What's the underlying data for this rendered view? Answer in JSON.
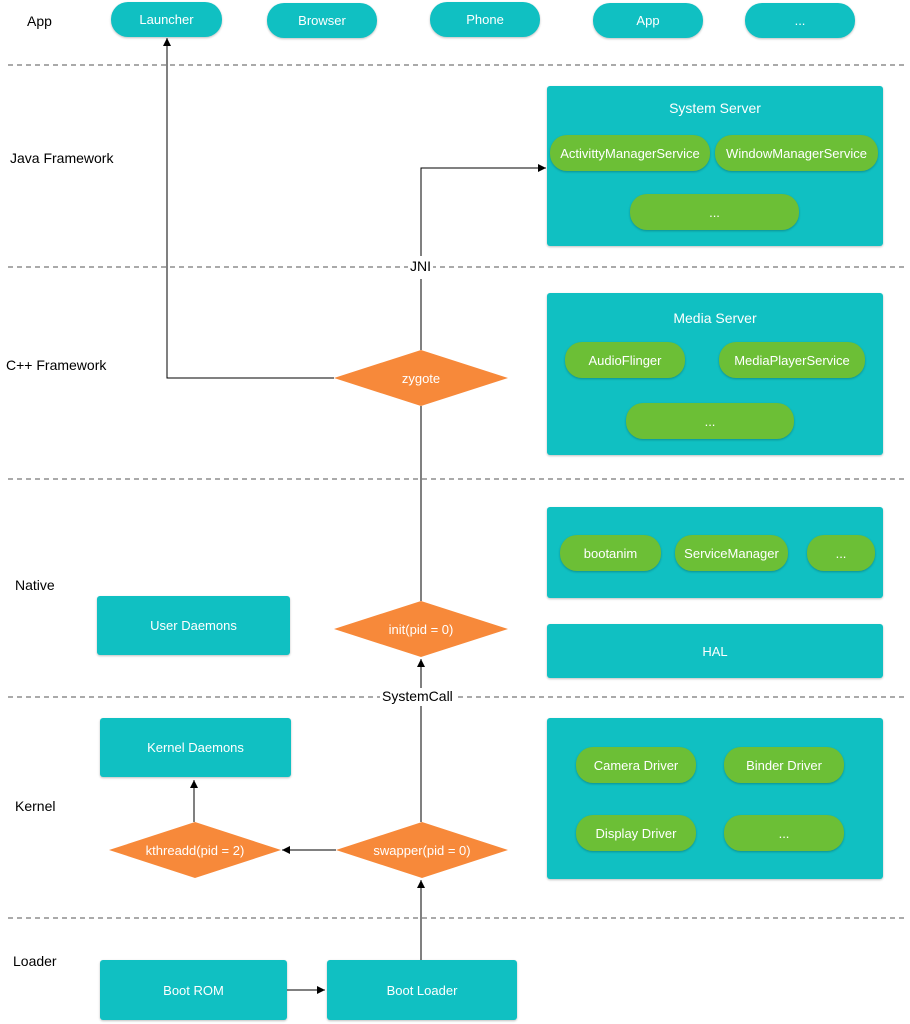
{
  "colors": {
    "teal": "#10c0c2",
    "green": "#6cbf36",
    "orange": "#f7893a",
    "line": "#000000",
    "divider": "#555555"
  },
  "layers": {
    "app": "App",
    "java_framework": "Java Framework",
    "cpp_framework": "C++ Framework",
    "native": "Native",
    "kernel": "Kernel",
    "loader": "Loader"
  },
  "dividers": {
    "jni": "JNI",
    "systemcall": "SystemCall"
  },
  "apps": [
    "Launcher",
    "Browser",
    "Phone",
    "App",
    "..."
  ],
  "system_server": {
    "title": "System Server",
    "services": [
      "ActivittyManagerService",
      "WindowManagerService",
      "..."
    ]
  },
  "media_server": {
    "title": "Media Server",
    "services": [
      "AudioFlinger",
      "MediaPlayerService",
      "..."
    ]
  },
  "native_services": [
    "bootanim",
    "ServiceManager",
    "..."
  ],
  "hal": "HAL",
  "user_daemons": "User Daemons",
  "kernel_daemons": "Kernel Daemons",
  "drivers": [
    "Camera Driver",
    "Binder Driver",
    "Display Driver",
    "..."
  ],
  "processes": {
    "zygote": "zygote",
    "init": "init(pid = 0)",
    "kthreadd": "kthreadd(pid = 2)",
    "swapper": "swapper(pid = 0)"
  },
  "loader": {
    "boot_rom": "Boot ROM",
    "boot_loader": "Boot Loader"
  }
}
